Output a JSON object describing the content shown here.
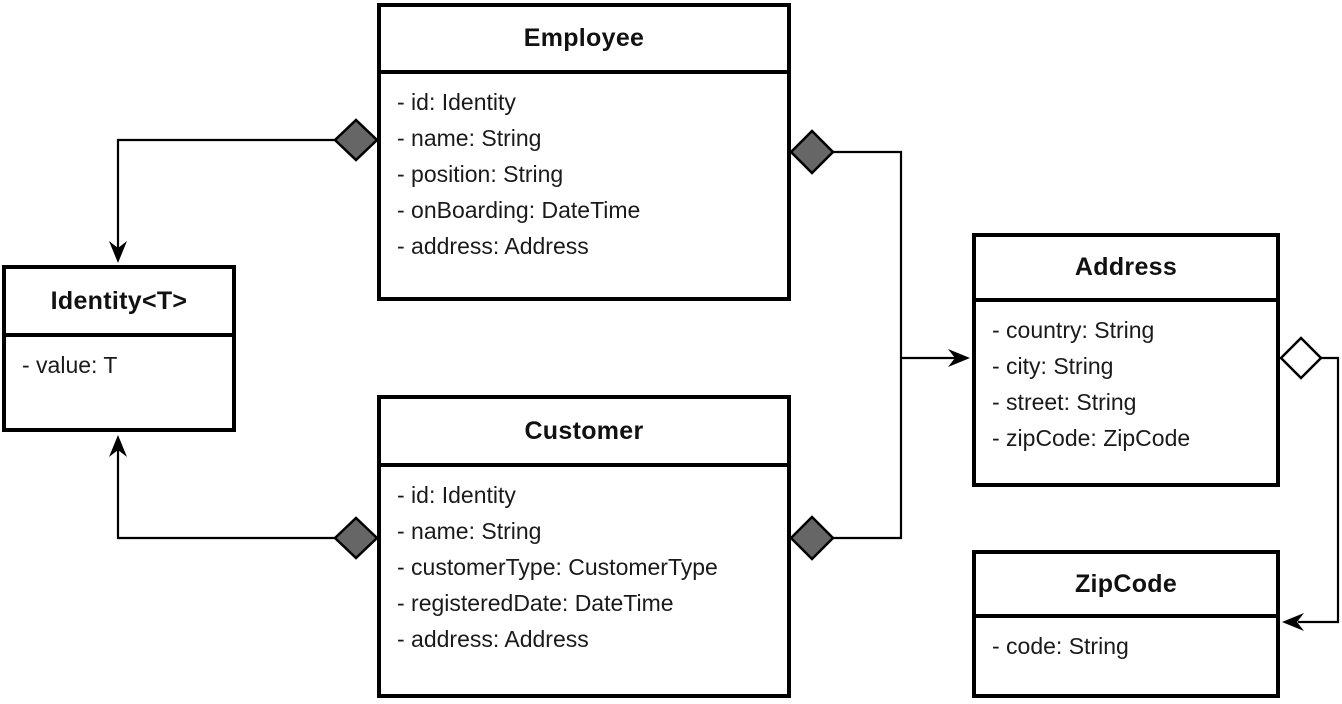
{
  "diagram": {
    "kind": "uml-class-diagram",
    "colors": {
      "background": "#ffffff",
      "line": "#000000",
      "box_fill": "#ffffff",
      "composition_diamond_fill": "#666666",
      "aggregation_diamond_fill": "#ffffff"
    },
    "classes": [
      {
        "name": "Employee",
        "attributes": [
          "- id: Identity",
          "- name: String",
          "- position: String",
          "- onBoarding: DateTime",
          "- address: Address"
        ]
      },
      {
        "name": "Identity<T>",
        "attributes": [
          "- value: T"
        ]
      },
      {
        "name": "Customer",
        "attributes": [
          "- id: Identity",
          "- name: String",
          "- customerType: CustomerType",
          "- registeredDate: DateTime",
          "- address: Address"
        ]
      },
      {
        "name": "Address",
        "attributes": [
          "- country: String",
          "- city: String",
          "- street: String",
          "- zipCode: ZipCode"
        ]
      },
      {
        "name": "ZipCode",
        "attributes": [
          "- code: String"
        ]
      }
    ],
    "relationships": [
      {
        "type": "composition",
        "owner": "Employee",
        "part": "Identity<T>"
      },
      {
        "type": "composition",
        "owner": "Customer",
        "part": "Identity<T>"
      },
      {
        "type": "composition",
        "owner": "Employee",
        "part": "Address"
      },
      {
        "type": "composition",
        "owner": "Customer",
        "part": "Address"
      },
      {
        "type": "aggregation",
        "owner": "Address",
        "part": "ZipCode"
      }
    ]
  }
}
